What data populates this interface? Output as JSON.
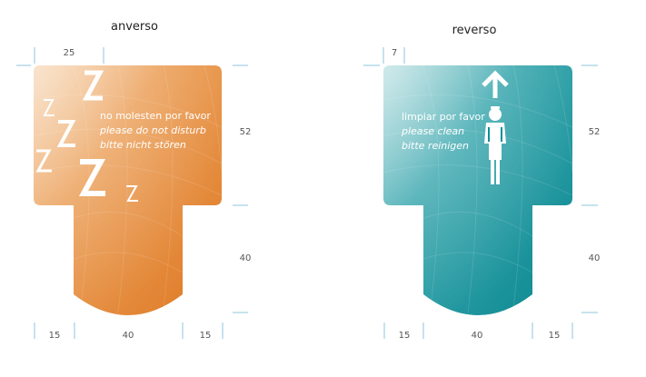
{
  "front": {
    "title": "anverso",
    "lines": [
      "no molesten por favor",
      "please do not disturb",
      "bitte nicht stören"
    ],
    "color": "#e07f2c",
    "icon": "sleep-zzz-icon",
    "dims": {
      "left_offset": "25",
      "top_height": "52",
      "stem_height": "40",
      "bottom_left": "15",
      "bottom_mid": "40",
      "bottom_right": "15"
    }
  },
  "back": {
    "title": "reverso",
    "lines": [
      "limpiar por favor",
      "please clean",
      "bitte reinigen"
    ],
    "color": "#0e8f98",
    "icon": "housekeeper-icon",
    "arrow_icon": "arrow-up-icon",
    "dims": {
      "left_offset": "7",
      "top_height": "52",
      "stem_height": "40",
      "bottom_left": "15",
      "bottom_mid": "40",
      "bottom_right": "15"
    }
  }
}
